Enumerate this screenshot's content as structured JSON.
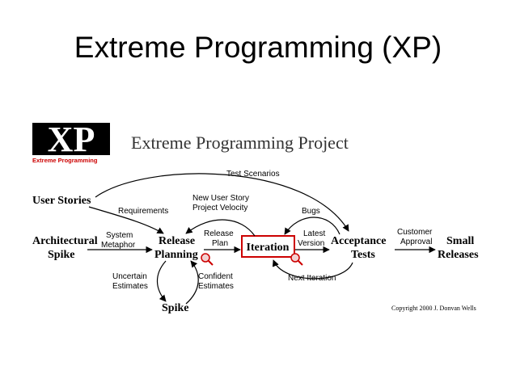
{
  "slide": {
    "title": "Extreme Programming (XP)"
  },
  "logo": {
    "letters": "XP",
    "caption": "Extreme Programming",
    "accent_color": "#cc0000"
  },
  "diagram": {
    "title": "Extreme Programming Project",
    "nodes": {
      "user_stories": "User Stories",
      "architectural_spike": [
        "Architectural",
        "Spike"
      ],
      "release_planning": [
        "Release",
        "Planning"
      ],
      "iteration": "Iteration",
      "acceptance_tests": [
        "Acceptance",
        "Tests"
      ],
      "small_releases": [
        "Small",
        "Releases"
      ],
      "spike": "Spike"
    },
    "edge_labels": {
      "test_scenarios": "Test Scenarios",
      "requirements": "Requirements",
      "new_user_story": [
        "New User Story",
        "Project Velocity"
      ],
      "system_metaphor": [
        "System",
        "Metaphor"
      ],
      "release_plan": [
        "Release",
        "Plan"
      ],
      "bugs": "Bugs",
      "latest_version": [
        "Latest",
        "Version"
      ],
      "customer_approval": [
        "Customer",
        "Approval"
      ],
      "uncertain_estimates": [
        "Uncertain",
        "Estimates"
      ],
      "confident_estimates": [
        "Confident",
        "Estimates"
      ],
      "next_iteration": "Next Iteration"
    },
    "copyright": "Copyright 2000 J. Donvan Wells",
    "highlight_color": "#cc0000"
  }
}
